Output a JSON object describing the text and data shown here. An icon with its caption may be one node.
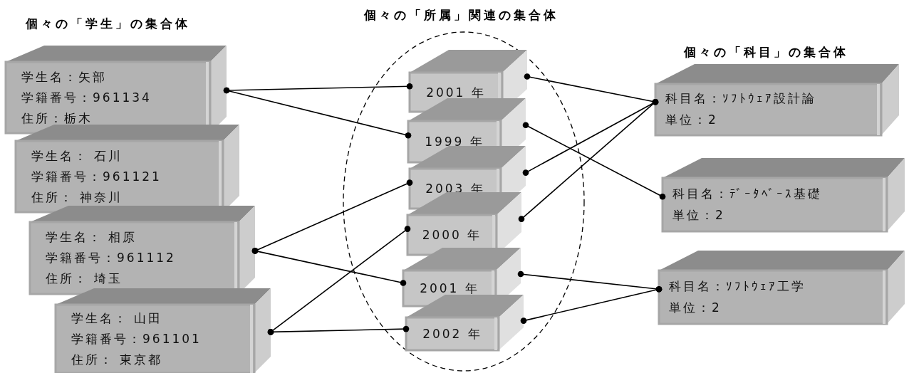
{
  "diagram": {
    "nodes": [
      {
        "text": [
          "学生名：矢部",
          "学籍番号：961134",
          "住所：栃木"
        ]
      },
      {
        "text": [
          "学生名： 石川",
          "学籍番号：961121",
          "住所： 神奈川"
        ]
      },
      {
        "text": [
          "学生名： 相原",
          "学籍番号：961112",
          "住所： 埼玉"
        ]
      },
      {
        "text": [
          "学生名： 山田",
          "学籍番号：961101",
          "住所： 東京都"
        ]
      },
      {
        "text": [
          "個々の「所属」関連の集合体"
        ]
      },
      {
        "text": [
          "2001 年"
        ],
        "in": 4
      },
      {
        "text": [
          "1999 年"
        ],
        "in": 4
      },
      {
        "text": [
          "2003 年"
        ],
        "in": 4
      },
      {
        "text": [
          "2000 年"
        ],
        "in": 4
      },
      {
        "text": [
          "2001 年"
        ],
        "in": 4
      },
      {
        "text": [
          "2002 年"
        ],
        "in": 4
      },
      {
        "text": [
          "科目名：ｿﾌﾄｳｪｱ設計論",
          "単位：2"
        ]
      },
      {
        "text": [
          "科目名：ﾃﾞｰﾀﾍﾞｰｽ基礎",
          "単位：2"
        ]
      },
      {
        "text": [
          "科目名：ｿﾌﾄｳｪｱ工学",
          "単位：2"
        ]
      }
    ],
    "edges": [
      {
        "from": 0,
        "to": 5,
        "arrow": "other"
      },
      {
        "from": 0,
        "to": 6,
        "arrow": "other"
      },
      {
        "from": 2,
        "to": 7,
        "arrow": "other"
      },
      {
        "from": 2,
        "to": 9,
        "arrow": "other"
      },
      {
        "from": 3,
        "to": 8,
        "arrow": "other"
      },
      {
        "from": 3,
        "to": 10,
        "arrow": "other"
      },
      {
        "from": 5,
        "to": 11,
        "arrow": "other"
      },
      {
        "from": 6,
        "to": 12,
        "arrow": "other"
      },
      {
        "from": 7,
        "to": 11,
        "arrow": "other"
      },
      {
        "from": 8,
        "to": 11,
        "arrow": "other"
      },
      {
        "from": 9,
        "to": 13,
        "arrow": "other"
      },
      {
        "from": 10,
        "to": 13,
        "arrow": "other"
      }
    ],
    "labels": [
      "個々の「学生」の集合体",
      "個々の「科目」の集合体"
    ]
  }
}
